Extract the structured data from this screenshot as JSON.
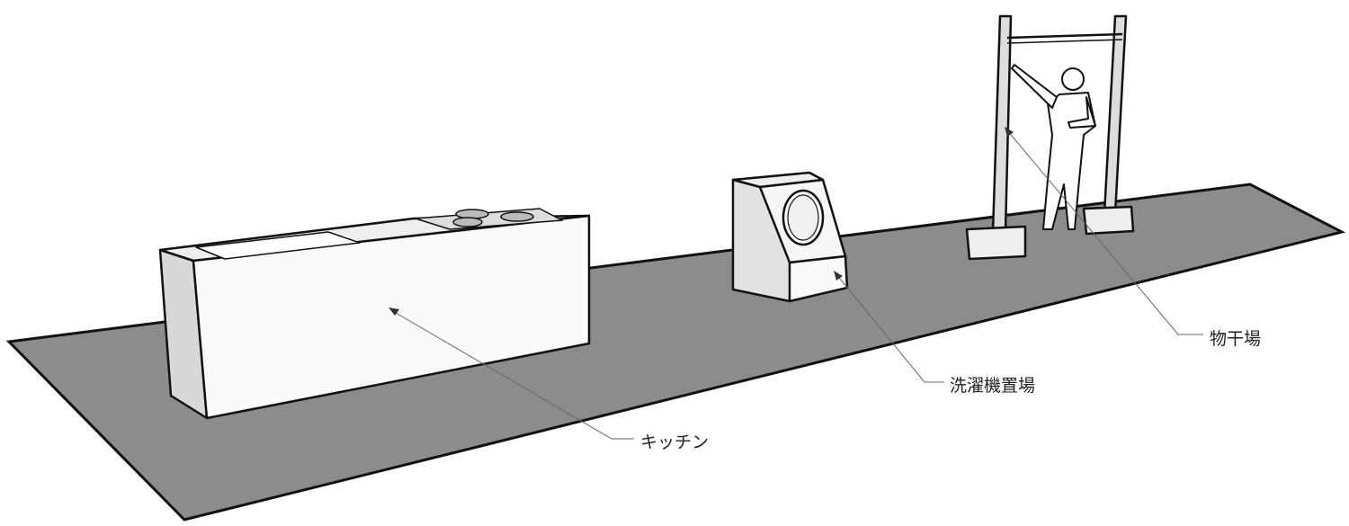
{
  "labels": {
    "kitchen": "キッチン",
    "washer": "洗濯機置場",
    "drying": "物干場"
  },
  "colors": {
    "floor": "#8c8c8c",
    "outline": "#111111",
    "face_light": "#f4f4f4",
    "face_shade": "#dcdcdc",
    "leader": "#666666"
  }
}
